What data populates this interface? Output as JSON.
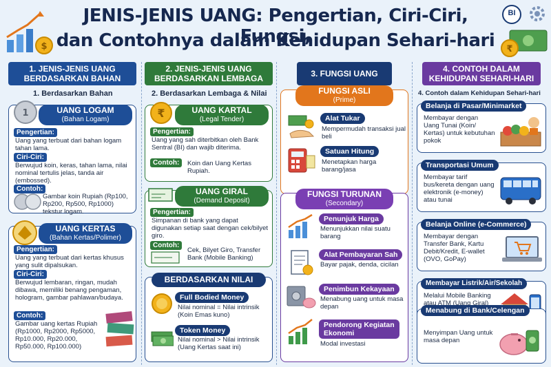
{
  "header": {
    "title_line1": "JENIS-JENIS UANG: Pengertian, Ciri-Ciri, Fungsi,",
    "title_line2": "dan Contohnya dalam Kehidupan Sehari-hari",
    "logo_text": "BI"
  },
  "col1": {
    "heading": "1. JENIS-JENIS UANG\nBERDASARKAN BAHAN",
    "heading_l1": "1. JENIS-JENIS UANG",
    "heading_l2": "BERDASARKAN BAHAN",
    "subtitle": "1. Berdasarkan Bahan",
    "logam": {
      "title": "UANG LOGAM",
      "subtitle": "(Bahan Logam)",
      "pengertian_label": "Pengertian:",
      "pengertian": "Uang yang terbuat dari bahan logam tahan lama.",
      "ciri_label": "Ciri-Ciri:",
      "ciri": "Berwujud koin, keras, tahan lama, nilai nominal tertulis jelas, tanda air (embossed).",
      "contoh_label": "Contoh:",
      "contoh": "Gambar koin Rupiah (Rp100, Rp200, Rp500, Rp1000) tekstur logam."
    },
    "kertas": {
      "title": "UANG KERTAS",
      "subtitle": "(Bahan Kertas/Polimer)",
      "pengertian_label": "Pengertian:",
      "pengertian": "Uang yang terbuat dari kertas khusus yang sulit dipalsukan.",
      "ciri_label": "Ciri-Ciri:",
      "ciri": "Berwujud lembaran, ringan, mudah dibawa, memiliki benang pengaman, hologram, gambar pahlawan/budaya.",
      "contoh_label": "Contoh:",
      "contoh": "Gambar uang kertas Rupiah (Rp1000, Rp2000, Rp5000, Rp10.000, Rp20.000, Rp50.000, Rp100.000)"
    }
  },
  "col2": {
    "heading_l1": "2. JENIS-JENIS UANG",
    "heading_l2": "BERDASARKAN LEMBAGA",
    "subtitle": "2. Berdasarkan Lembaga & Nilai",
    "kartal": {
      "title": "UANG KARTAL",
      "subtitle": "(Legal Tender)",
      "pengertian_label": "Pengertian:",
      "pengertian": "Uang yang sah diterbitkan oleh Bank Sentral (BI) dan wajib diterima.",
      "contoh_label": "Contoh:",
      "contoh": "Koin dan Uang Kertas Rupiah."
    },
    "giral": {
      "title": "UANG GIRAL",
      "subtitle": "(Demand Deposit)",
      "pengertian_label": "Pengertian:",
      "pengertian": "Simpanan di bank yang dapat digunakan setiap saat dengan cek/bilyet giro.",
      "contoh_label": "Contoh:",
      "contoh": "Cek, Bilyet Giro, Transfer Bank (Mobile Banking)"
    },
    "nilai": {
      "heading": "BERDASARKAN NILAI",
      "full_title": "Full Bodied Money",
      "full_desc": "Nilai nominal = Nilai intrinsik (Koin Emas kuno)",
      "token_title": "Token Money",
      "token_desc": "Nilai nominal > Nilai intrinsik (Uang Kertas saat ini)"
    }
  },
  "col3": {
    "heading": "3. FUNGSI UANG",
    "asli_title": "FUNGSI ASLI",
    "asli_sub": "(Prime)",
    "items_asli": [
      {
        "title": "Alat Tukar",
        "desc": "Mempermudah transaksi jual beli"
      },
      {
        "title": "Satuan Hitung",
        "desc": "Menetapkan harga barang/jasa"
      }
    ],
    "turunan_title": "FUNGSI TURUNAN",
    "turunan_sub": "(Secondary)",
    "items_turunan": [
      {
        "title": "Penunjuk Harga",
        "desc": "Menunjukkan nilai suatu barang"
      },
      {
        "title": "Alat Pembayaran Sah",
        "desc": "Bayar pajak, denda, cicilan"
      },
      {
        "title": "Penimbun Kekayaan",
        "desc": "Menabung uang untuk masa depan"
      },
      {
        "title": "Pendorong Kegiatan Ekonomi",
        "title_l1": "Pendorong Kegiatan",
        "title_l2": "Ekonomi",
        "desc": "Modal investasi"
      }
    ]
  },
  "col4": {
    "heading_l1": "4. CONTOH DALAM",
    "heading_l2": "KEHIDUPAN SEHARI-HARI",
    "subtitle": "4. Contoh dalam Kehidupan Sehari-hari",
    "items": [
      {
        "title": "Belanja di Pasar/Minimarket",
        "desc": "Membayar dengan Uang Tunai (Koin/ Kertas) untuk kebutuhan pokok"
      },
      {
        "title": "Transportasi Umum",
        "desc": "Membayar tarif bus/kereta dengan uang elektronik (e-money) atau tunai"
      },
      {
        "title": "Belanja Online (e-Commerce)",
        "desc": "Membayar dengan Transfer Bank, Kartu Debit/Kredit, E-wallet (OVO, GoPay)"
      },
      {
        "title": "Membayar Listrik/Air/Sekolah",
        "desc": "Melalui Mobile Banking atau ATM (Uang Giral)"
      },
      {
        "title": "Menabung di Bank/Celengan",
        "desc": "Menyimpan Uang untuk masa depan"
      }
    ]
  },
  "colors": {
    "blue": "#1e4e97",
    "green": "#2f7a3a",
    "navy": "#193a73",
    "purple": "#6a3aa0",
    "orange": "#e2761c"
  }
}
